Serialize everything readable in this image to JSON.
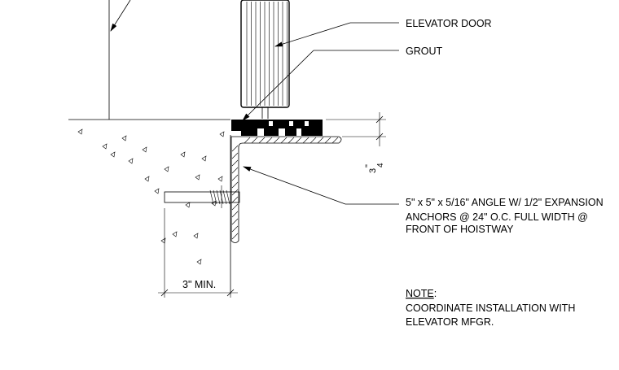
{
  "labels": {
    "elevator_door": "ELEVATOR DOOR",
    "grout": "GROUT",
    "angle_line1": "5\" x 5\" x 5/16\" ANGLE W/ 1/2\" EXPANSION",
    "angle_line2": "ANCHORS @ 24\" O.C.  FULL WIDTH @",
    "angle_line3": "FRONT  OF HOISTWAY",
    "dim_min": "3\" MIN.",
    "dim_gap_num": "3",
    "dim_gap_den": "4",
    "dim_gap_unit": "\"",
    "note_heading": "NOTE",
    "note_colon": ":",
    "note_line1": "COORDINATE INSTALLATION WITH",
    "note_line2": "ELEVATOR MFGR."
  }
}
